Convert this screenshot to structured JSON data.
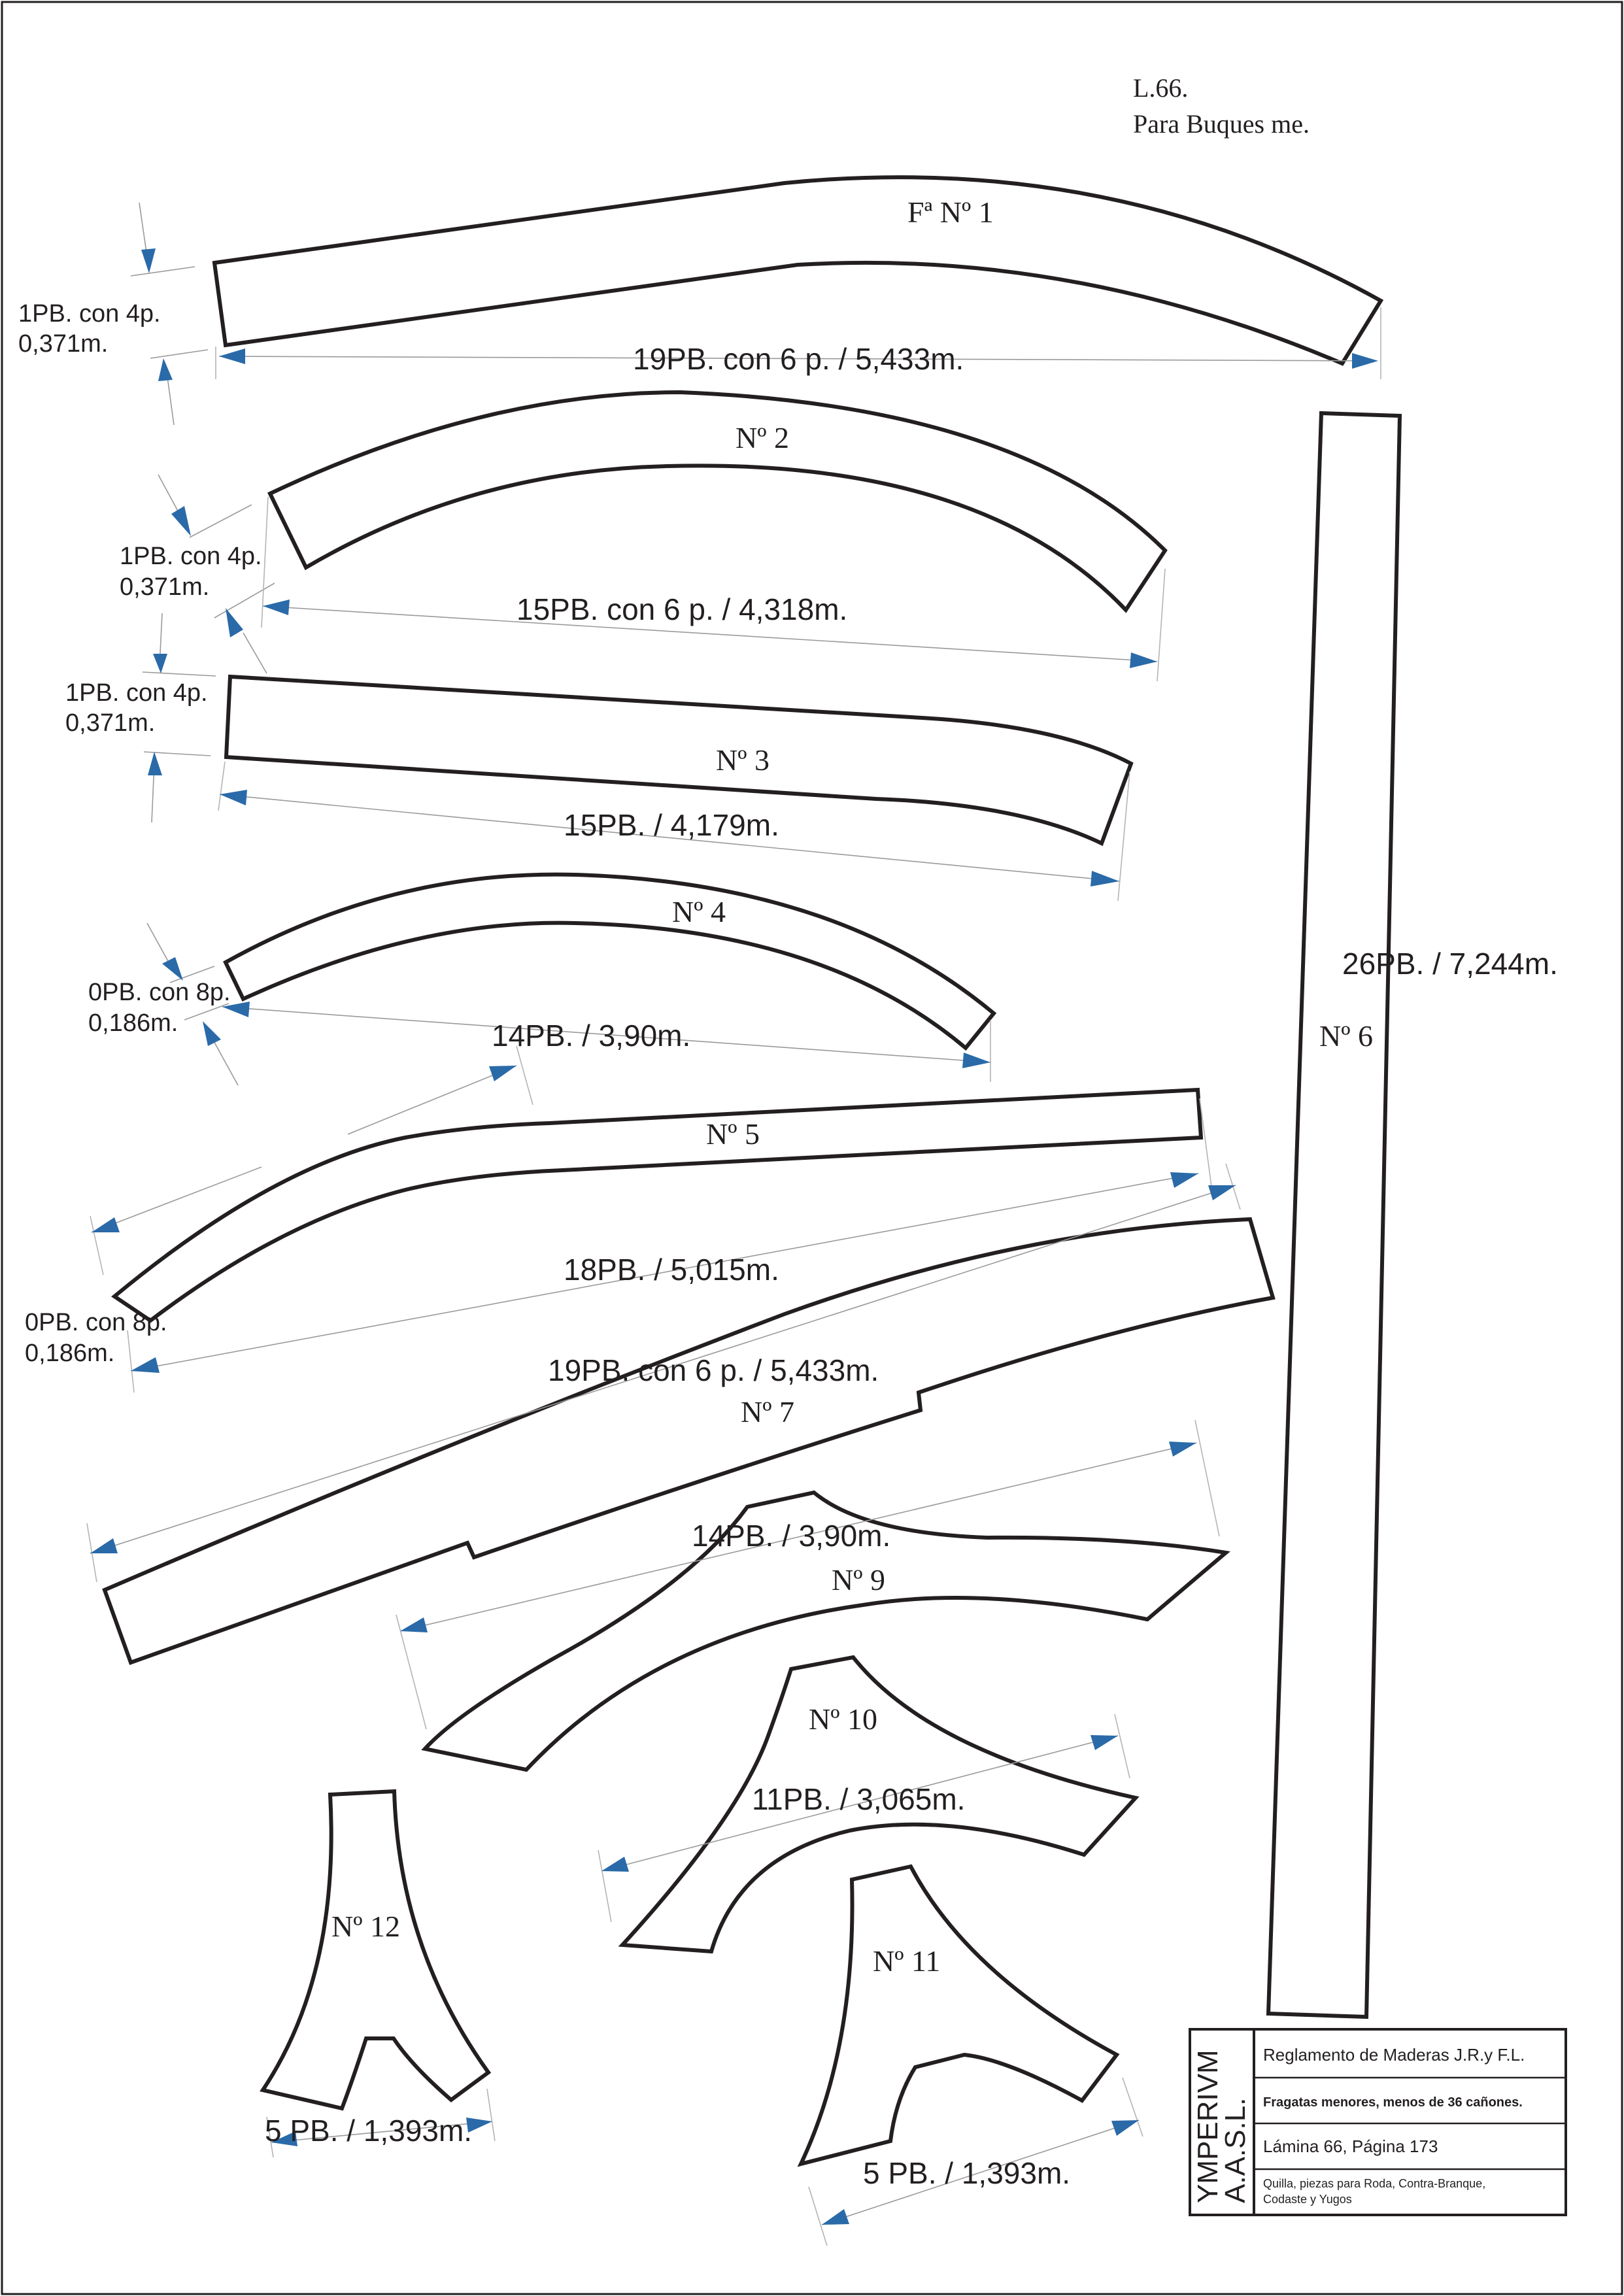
{
  "header": {
    "line1": "L.66.",
    "line2": "Para Buques me."
  },
  "pieces": {
    "p1": "Fª Nº 1",
    "p2": "Nº 2",
    "p3": "Nº 3",
    "p4": "Nº 4",
    "p5": "Nº 5",
    "p6": "Nº 6",
    "p7": "Nº 7",
    "p9": "Nº 9",
    "p10": "Nº 10",
    "p11": "Nº 11",
    "p12": "Nº 12"
  },
  "dimensions": {
    "d1_length": "19PB. con 6 p. / 5,433m.",
    "d1_w1": "1PB. con 4p.",
    "d1_w2": "0,371m.",
    "d2_length": "15PB. con 6 p. / 4,318m.",
    "d2_w1": "1PB. con 4p.",
    "d2_w2": "0,371m.",
    "d3_length": "15PB. / 4,179m.",
    "d3_w1": "1PB. con 4p.",
    "d3_w2": "0,371m.",
    "d4_length": "14PB. / 3,90m.",
    "d4_w1": "0PB. con 8p.",
    "d4_w2": "0,186m.",
    "d5_length": "18PB. / 5,015m.",
    "d5_w1": "0PB. con 8p.",
    "d5_w2": "0,186m.",
    "d6_length": "26PB. / 7,244m.",
    "d7_length": "19PB. con 6 p. / 5,433m.",
    "d9_length": "14PB. / 3,90m.",
    "d10_length": "11PB. / 3,065m.",
    "d11_length": "5 PB. / 1,393m.",
    "d12_length": "5 PB. / 1,393m."
  },
  "title_block": {
    "brand_line1": "YMPERIVM",
    "brand_line2": "A.A.S.L.",
    "row1": "Reglamento de Maderas J.R.y F.L.",
    "row2": "Fragatas menores, menos de 36 cañones.",
    "row3": "Lámina 66, Página 173",
    "row4_line1": "Quilla, piezas para Roda, Contra-Branque,",
    "row4_line2": "Codaste y Yugos"
  },
  "colors": {
    "outline": "#231f20",
    "arrow": "#2a6aa8",
    "dim_line": "#9a9a9a",
    "background": "#ffffff"
  }
}
